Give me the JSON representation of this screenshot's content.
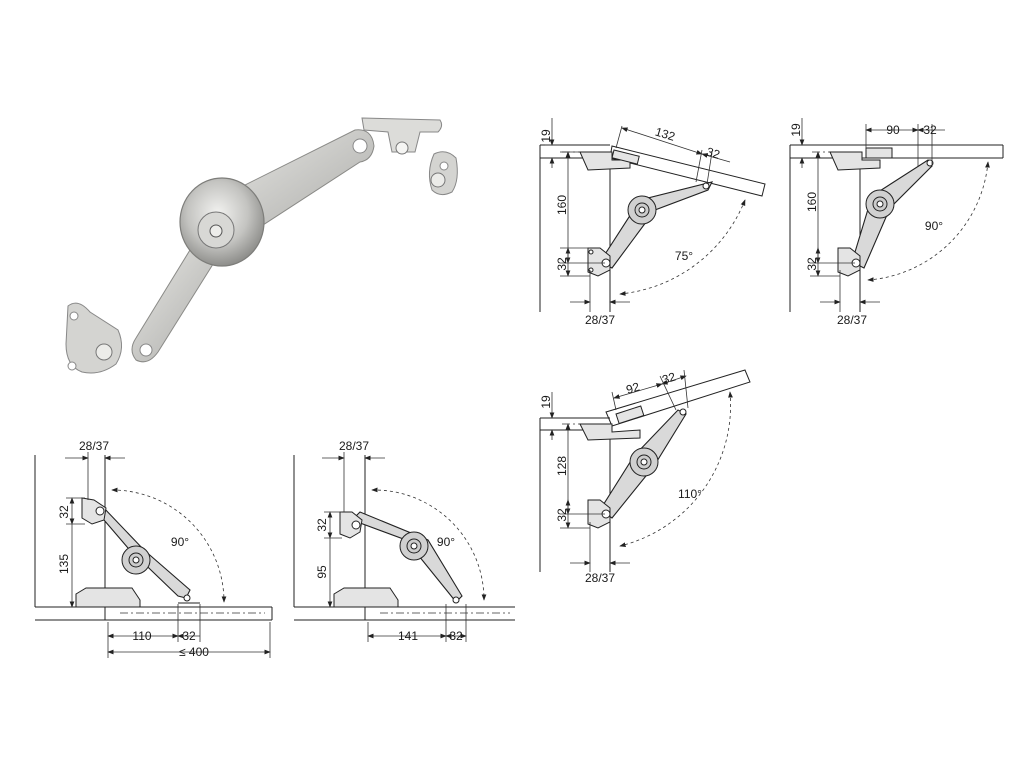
{
  "diagrams": {
    "top_left": {
      "thickness": "19",
      "length_a": "132",
      "length_b": "32",
      "height": "160",
      "mount": "32",
      "offset": "28/37",
      "angle": "75°"
    },
    "top_right": {
      "thickness": "19",
      "length_a": "90",
      "length_b": "32",
      "height": "160",
      "mount": "32",
      "offset": "28/37",
      "angle": "90°"
    },
    "middle": {
      "thickness": "19",
      "length_a": "92",
      "length_b": "32",
      "height": "128",
      "mount": "32",
      "offset": "28/37",
      "angle": "110°"
    },
    "bottom_left": {
      "offset": "28/37",
      "mount": "32",
      "height": "135",
      "angle": "90°",
      "length_a": "110",
      "length_b": "32",
      "max_length": "≤ 400"
    },
    "bottom_right": {
      "offset": "28/37",
      "mount": "32",
      "height": "95",
      "angle": "90°",
      "length_a": "141",
      "length_b": "32"
    }
  },
  "colors": {
    "metal": "#c9c9c6",
    "metal_dark": "#9a9a97",
    "line": "#222222"
  }
}
